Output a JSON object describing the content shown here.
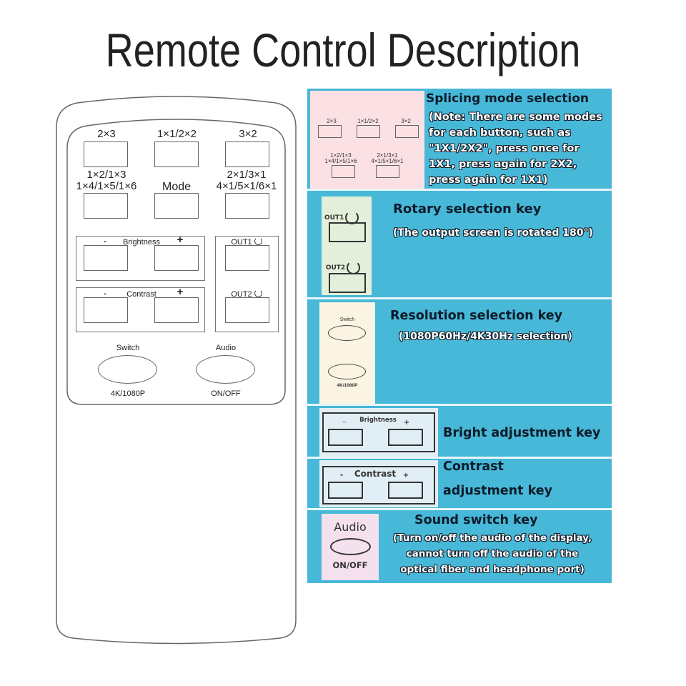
{
  "title": "Remote Control Description",
  "remote": {
    "top_buttons": [
      {
        "label": "2×3"
      },
      {
        "label": "1×1/2×2"
      },
      {
        "label": "3×2"
      }
    ],
    "middle_buttons": [
      {
        "label_line1": "1×2/1×3",
        "label_line2": "1×4/1×5/1×6"
      },
      {
        "label_line1": "",
        "label_line2": "Mode"
      },
      {
        "label_line1": "2×1/3×1",
        "label_line2": "4×1/5×1/6×1"
      }
    ],
    "brightness": {
      "label": "Brightness",
      "minus": "-",
      "plus": "+"
    },
    "contrast": {
      "label": "Contrast",
      "minus": "-",
      "plus": "+"
    },
    "out1": {
      "label": "OUT1"
    },
    "out2": {
      "label": "OUT2"
    },
    "switch": {
      "top_label": "Switch",
      "bottom_label": "4K/1080P"
    },
    "audio": {
      "top_label": "Audio",
      "bottom_label": "ON/OFF"
    }
  },
  "panel": {
    "colors": {
      "background": "#47b8d8",
      "pink": "#fbe0e4",
      "green": "#e3efdb",
      "cream": "#fbf4e3",
      "lightblue": "#e2eef5",
      "lavender": "#f5e0ee"
    },
    "rows": [
      {
        "title": "Splicing mode selection",
        "desc_lines": [
          "(Note: There are  some  modes",
          "for each button, such as",
          "\"1X1/2X2\", press once for",
          "1X1, press again for 2X2,",
          "press again for 1X1)"
        ],
        "thumb_labels": [
          "2×3",
          "1×1/2×2",
          "3×2",
          "1×2/1×3",
          "1×4/1×5/1×6",
          "2×1/3×1",
          "4×1/5×1/6×1"
        ]
      },
      {
        "title": "Rotary selection key",
        "desc_lines": [
          "(The output screen is rotated 180°)"
        ],
        "thumb_labels": [
          "OUT1",
          "OUT2"
        ]
      },
      {
        "title": "Resolution selection key",
        "desc_lines": [
          "(1080P60Hz/4K30Hz selection)"
        ],
        "thumb_labels": [
          "Switch",
          "4K/1080P"
        ]
      },
      {
        "title": "Bright adjustment key",
        "desc_lines": [],
        "thumb_labels": [
          "Brightness",
          "–",
          "+"
        ]
      },
      {
        "title_lines": [
          "Contrast",
          "adjustment key"
        ],
        "desc_lines": [],
        "thumb_labels": [
          "Contrast",
          "-",
          "+"
        ]
      },
      {
        "title": "Sound switch key",
        "desc_lines": [
          "(Turn on/off the audio of the display,",
          "cannot turn off the audio of the",
          "optical fiber and headphone port)"
        ],
        "thumb_labels": [
          "Audio",
          "ON/OFF"
        ]
      }
    ]
  }
}
